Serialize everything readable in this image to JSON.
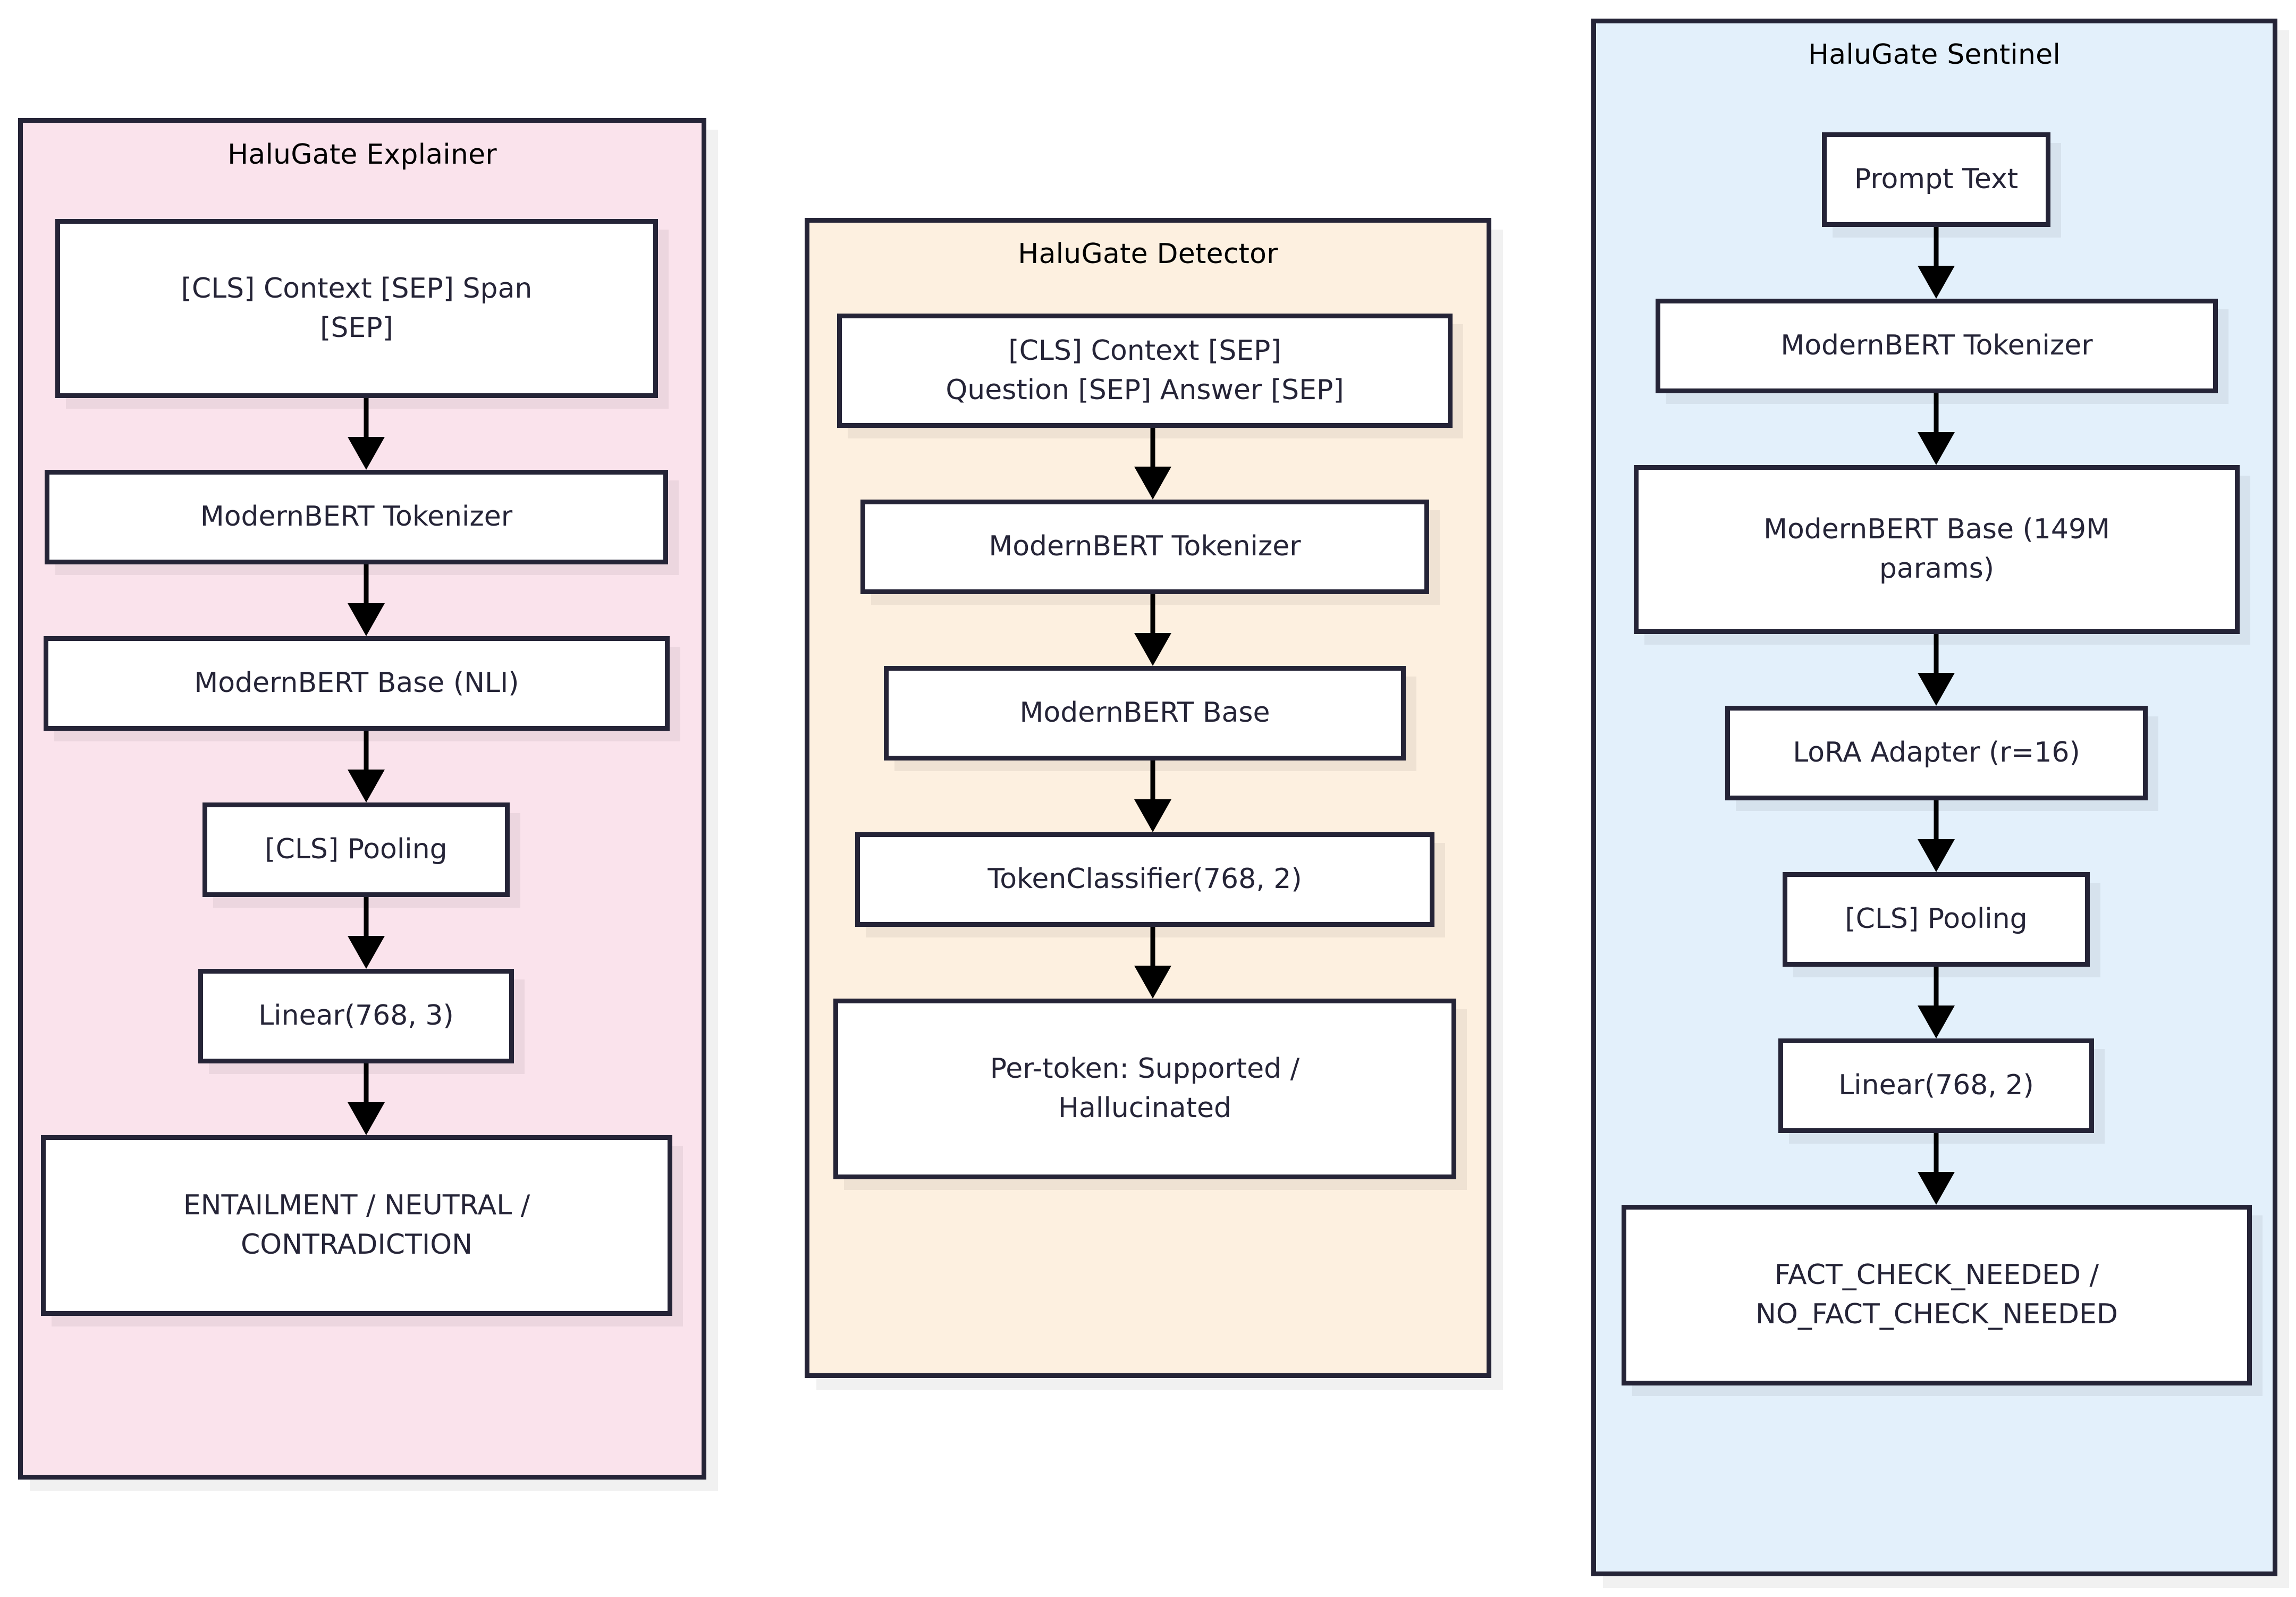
{
  "diagram": {
    "title": "HaluGate model architectures",
    "type": "flowchart",
    "colors": {
      "explainer_fill": "#fae3ec",
      "detector_fill": "#fdf0e0",
      "sentinel_fill": "#e3f0fb",
      "node_fill": "#ffffff",
      "stroke": "#252437",
      "arrow": "#000000",
      "page_background": "#ffffff"
    },
    "subgraphs": [
      {
        "id": "explainer",
        "label": "HaluGate Explainer",
        "nodes": [
          {
            "id": "e1",
            "label": "[CLS] Context [SEP] Span [SEP]",
            "lines": [
              "[CLS] Context [SEP] Span",
              "[SEP]"
            ]
          },
          {
            "id": "e2",
            "label": "ModernBERT Tokenizer",
            "lines": [
              "ModernBERT Tokenizer"
            ]
          },
          {
            "id": "e3",
            "label": "ModernBERT Base (NLI)",
            "lines": [
              "ModernBERT Base (NLI)"
            ]
          },
          {
            "id": "e4",
            "label": "[CLS] Pooling",
            "lines": [
              "[CLS] Pooling"
            ]
          },
          {
            "id": "e5",
            "label": "Linear(768, 3)",
            "lines": [
              "Linear(768, 3)"
            ]
          },
          {
            "id": "e6",
            "label": "ENTAILMENT / NEUTRAL / CONTRADICTION",
            "lines": [
              "ENTAILMENT / NEUTRAL /",
              "CONTRADICTION"
            ]
          }
        ],
        "edges": [
          {
            "from": "e1",
            "to": "e2"
          },
          {
            "from": "e2",
            "to": "e3"
          },
          {
            "from": "e3",
            "to": "e4"
          },
          {
            "from": "e4",
            "to": "e5"
          },
          {
            "from": "e5",
            "to": "e6"
          }
        ]
      },
      {
        "id": "detector",
        "label": "HaluGate Detector",
        "nodes": [
          {
            "id": "d1",
            "label": "[CLS] Context [SEP] Question [SEP] Answer [SEP]",
            "lines": [
              "[CLS] Context [SEP]",
              "Question [SEP] Answer [SEP]"
            ]
          },
          {
            "id": "d2",
            "label": "ModernBERT Tokenizer",
            "lines": [
              "ModernBERT Tokenizer"
            ]
          },
          {
            "id": "d3",
            "label": "ModernBERT Base",
            "lines": [
              "ModernBERT Base"
            ]
          },
          {
            "id": "d4",
            "label": "TokenClassifier(768, 2)",
            "lines": [
              "TokenClassifier(768, 2)"
            ]
          },
          {
            "id": "d5",
            "label": "Per-token: Supported / Hallucinated",
            "lines": [
              "Per-token: Supported /",
              "Hallucinated"
            ]
          }
        ],
        "edges": [
          {
            "from": "d1",
            "to": "d2"
          },
          {
            "from": "d2",
            "to": "d3"
          },
          {
            "from": "d3",
            "to": "d4"
          },
          {
            "from": "d4",
            "to": "d5"
          }
        ]
      },
      {
        "id": "sentinel",
        "label": "HaluGate Sentinel",
        "nodes": [
          {
            "id": "s1",
            "label": "Prompt Text",
            "lines": [
              "Prompt Text"
            ]
          },
          {
            "id": "s2",
            "label": "ModernBERT Tokenizer",
            "lines": [
              "ModernBERT Tokenizer"
            ]
          },
          {
            "id": "s3",
            "label": "ModernBERT Base (149M params)",
            "lines": [
              "ModernBERT Base (149M",
              "params)"
            ]
          },
          {
            "id": "s4",
            "label": "LoRA Adapter (r=16)",
            "lines": [
              "LoRA Adapter (r=16)"
            ]
          },
          {
            "id": "s5",
            "label": "[CLS] Pooling",
            "lines": [
              "[CLS] Pooling"
            ]
          },
          {
            "id": "s6",
            "label": "Linear(768, 2)",
            "lines": [
              "Linear(768, 2)"
            ]
          },
          {
            "id": "s7",
            "label": "FACT_CHECK_NEEDED / NO_FACT_CHECK_NEEDED",
            "lines": [
              "FACT_CHECK_NEEDED /",
              "NO_FACT_CHECK_NEEDED"
            ]
          }
        ],
        "edges": [
          {
            "from": "s1",
            "to": "s2"
          },
          {
            "from": "s2",
            "to": "s3"
          },
          {
            "from": "s3",
            "to": "s4"
          },
          {
            "from": "s4",
            "to": "s5"
          },
          {
            "from": "s5",
            "to": "s6"
          },
          {
            "from": "s6",
            "to": "s7"
          }
        ]
      }
    ]
  }
}
